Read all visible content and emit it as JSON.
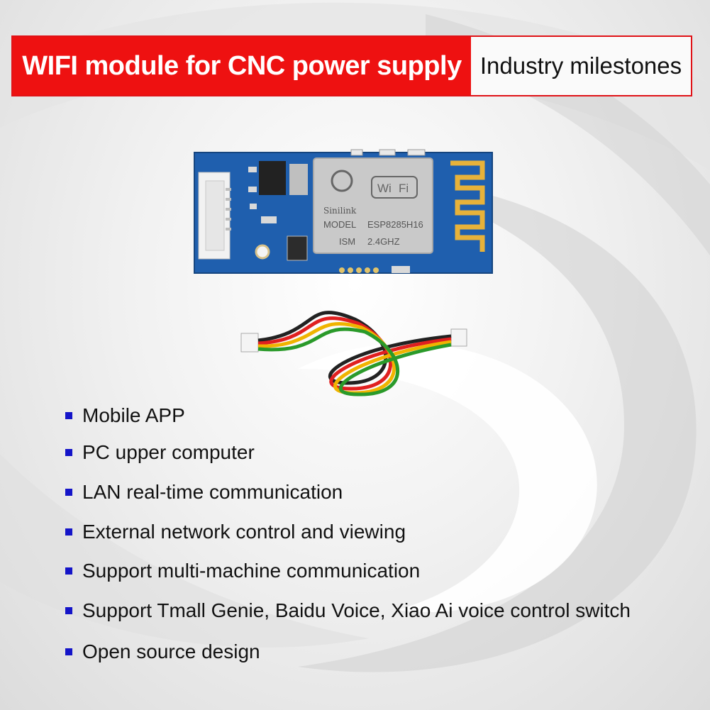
{
  "header": {
    "title": "WIFI module for CNC power supply",
    "tagline": "Industry milestones",
    "title_bg": "#ee1111",
    "border_color": "#e01217"
  },
  "module": {
    "brand": "Sinilink",
    "badge": "Wi Fi",
    "badge_left": "Wi",
    "badge_right": "Fi",
    "model_label": "MODEL",
    "model_value": "ESP8285H16",
    "band_label": "ISM",
    "band_value": "2.4GHZ",
    "board_color": "#1f5fae"
  },
  "features": {
    "bullet_color": "#1414c8",
    "items": [
      "Mobile APP",
      "PC upper computer",
      "LAN real-time communication",
      "External network control and viewing",
      "Support multi-machine communication",
      "Support Tmall Genie, Baidu Voice, Xiao Ai voice control switch",
      "Open source design"
    ]
  }
}
